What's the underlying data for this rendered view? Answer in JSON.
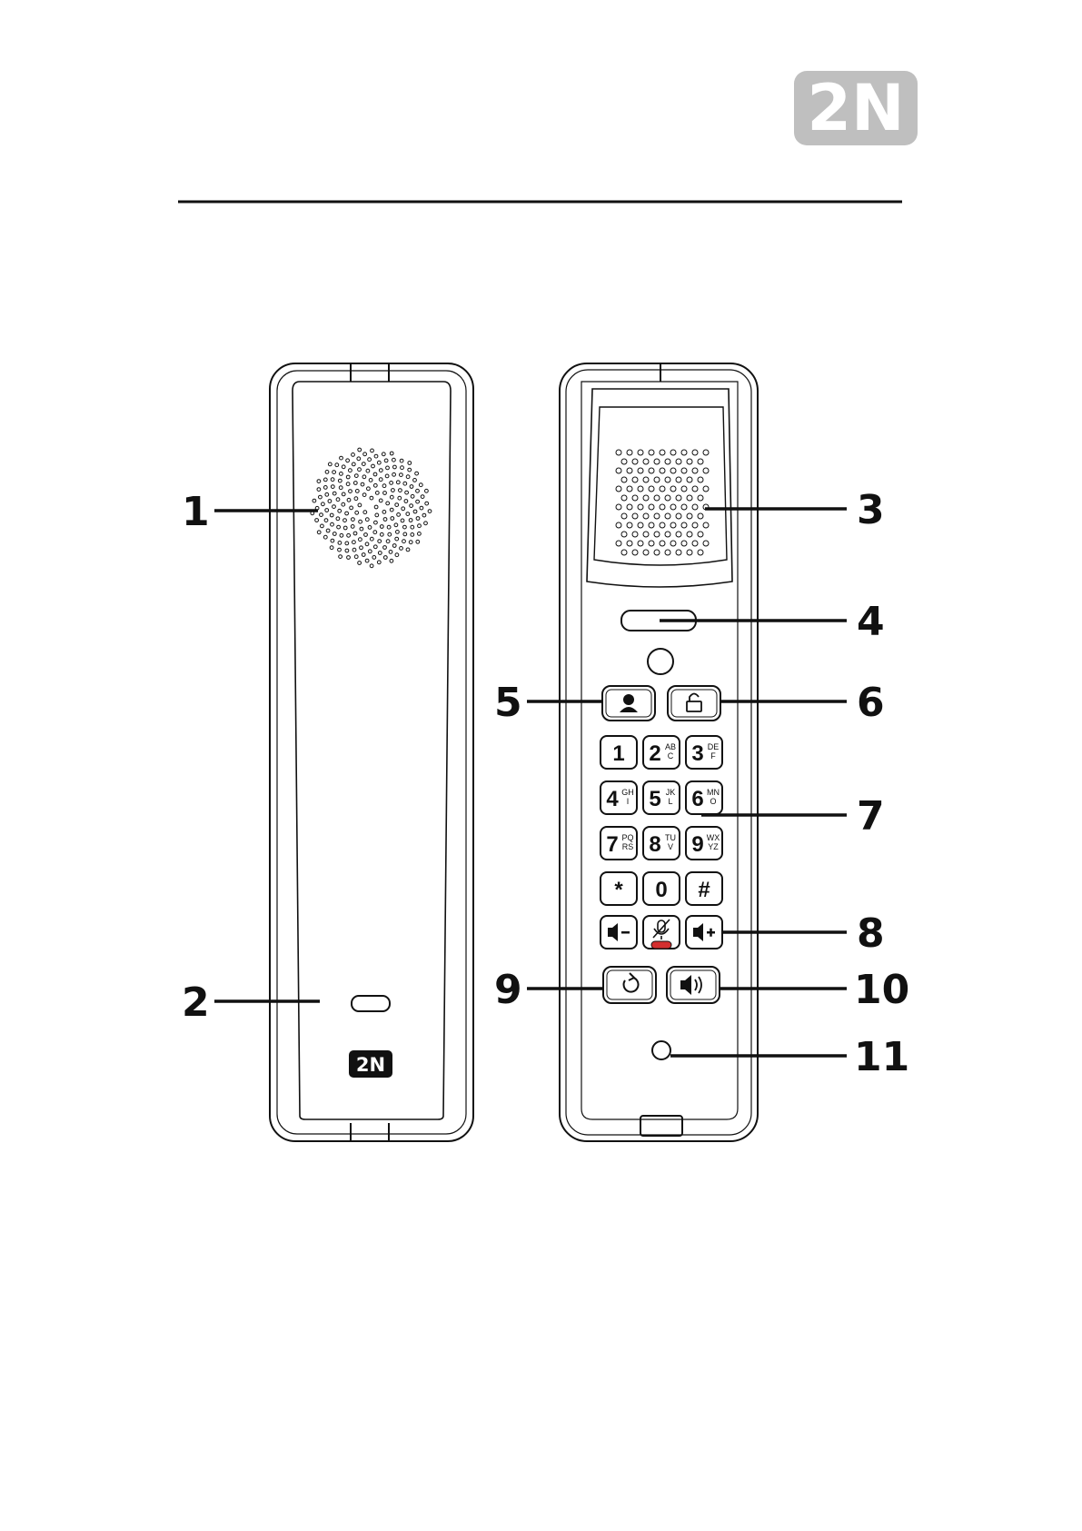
{
  "brand": {
    "logo_text": "2N"
  },
  "colors": {
    "ink": "#111111",
    "logo_grey": "#bfbfbf",
    "mute_led": "#d32f2f"
  },
  "callouts": [
    "1",
    "2",
    "3",
    "4",
    "5",
    "6",
    "7",
    "8",
    "9",
    "10",
    "11"
  ],
  "keypad": {
    "keys": [
      {
        "main": "1",
        "sub1": "",
        "sub2": ""
      },
      {
        "main": "2",
        "sub1": "AB",
        "sub2": "C"
      },
      {
        "main": "3",
        "sub1": "DE",
        "sub2": "F"
      },
      {
        "main": "4",
        "sub1": "GH",
        "sub2": "I"
      },
      {
        "main": "5",
        "sub1": "JK",
        "sub2": "L"
      },
      {
        "main": "6",
        "sub1": "MN",
        "sub2": "O"
      },
      {
        "main": "7",
        "sub1": "PQ",
        "sub2": "RS"
      },
      {
        "main": "8",
        "sub1": "TU",
        "sub2": "V"
      },
      {
        "main": "9",
        "sub1": "WX",
        "sub2": "YZ"
      },
      {
        "main": "*",
        "sub1": "",
        "sub2": ""
      },
      {
        "main": "0",
        "sub1": "",
        "sub2": ""
      },
      {
        "main": "#",
        "sub1": "",
        "sub2": ""
      }
    ]
  },
  "icons": {
    "contact": "person-icon",
    "unlock": "unlock-icon",
    "vol_down": "volume-down-icon",
    "mute": "microphone-mute-icon",
    "vol_up": "volume-up-icon",
    "redial": "redial-icon",
    "speaker": "speaker-icon"
  }
}
